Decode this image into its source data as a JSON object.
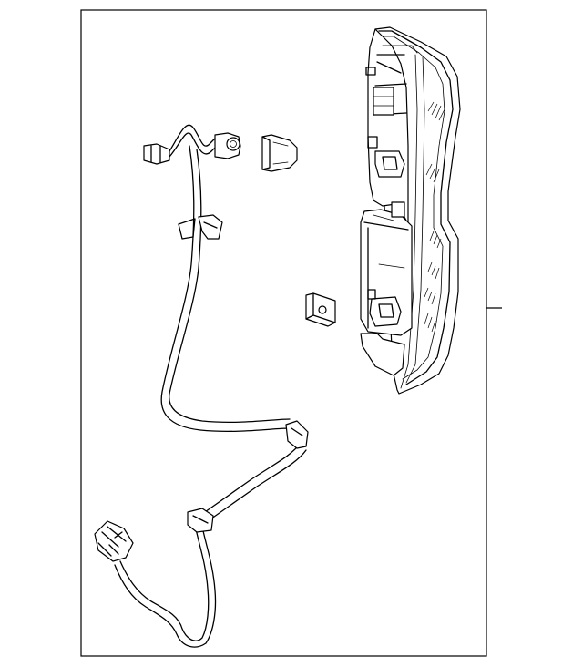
{
  "diagram": {
    "colors": {
      "line": "#000000",
      "background": "#ffffff"
    },
    "parts": [
      {
        "id": "tail-lamp-assembly",
        "callout": true
      },
      {
        "id": "wiring-harness"
      },
      {
        "id": "bulb"
      },
      {
        "id": "speed-nut"
      }
    ]
  }
}
